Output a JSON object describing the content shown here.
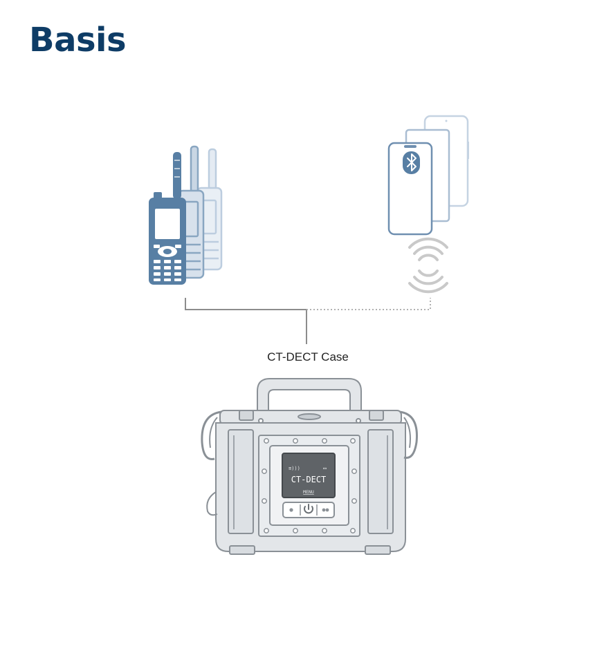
{
  "title": "Basis",
  "case_label": "CT-DECT Case",
  "case_screen": {
    "main_text": "CT-DECT",
    "menu_text": "MENU",
    "status_left": "≡)))",
    "status_right": "▭"
  },
  "colors": {
    "title": "#0e3c66",
    "radio_dark": "#587fa4",
    "radio_mid": "#89a6c1",
    "radio_light": "#bccddf",
    "phone_front": "#6f8fb0",
    "phone_back": "#a9bdd2",
    "wireless": "#c9c9c9",
    "connector": "#8c8c8c",
    "case_fill": "#e3e6e9",
    "case_stroke": "#8a9096"
  },
  "icons": {
    "radios": "tetra-radio-handsets-icon",
    "smartphones": "smartphones-icon",
    "bluetooth": "bluetooth-icon",
    "wireless": "wireless-signal-icon",
    "case": "ct-dect-case-icon"
  }
}
